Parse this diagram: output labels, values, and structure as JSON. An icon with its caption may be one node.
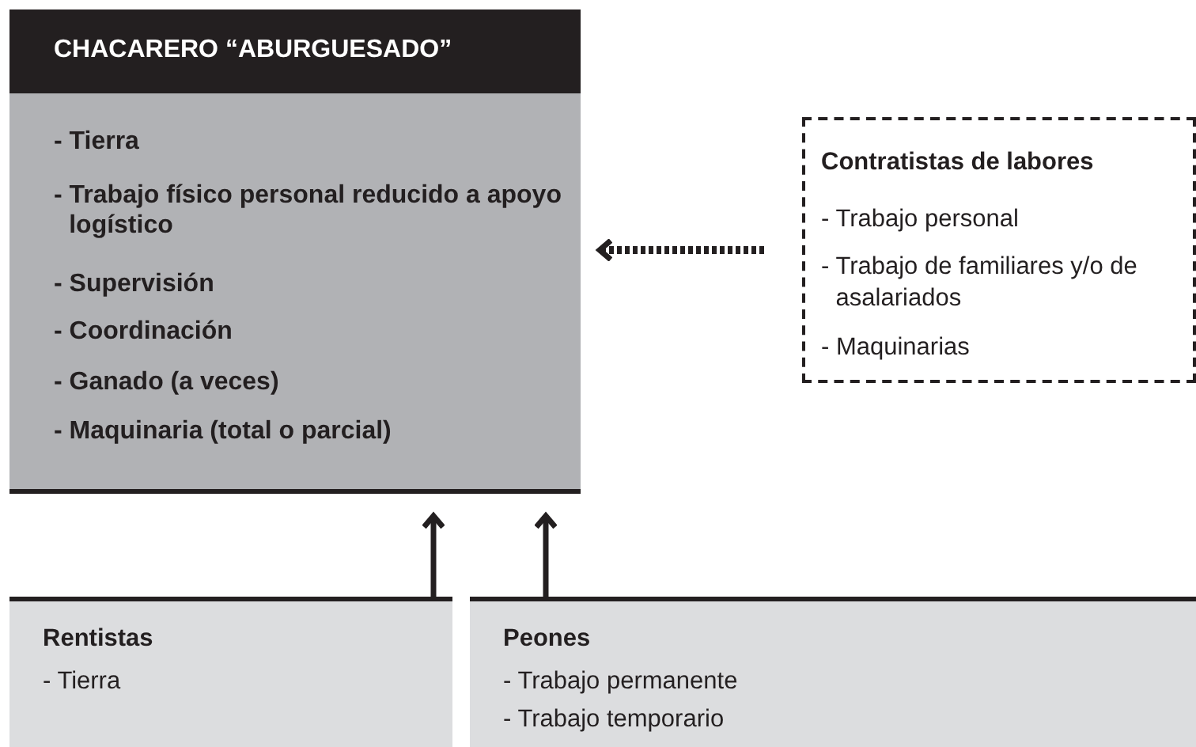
{
  "diagram": {
    "nodes": [
      {
        "text": [
          "CHACARERO “ABURGUESADO”",
          "- Tierra",
          "- Trabajo físico personal reducido a apoyo logístico",
          "- Supervisión",
          "- Coordinación",
          "- Ganado (a veces)",
          "- Maquinaria (total o parcial)"
        ]
      },
      {
        "text": [
          "Contratistas de labores",
          "- Trabajo personal",
          "- Trabajo de familiares y/o de asalariados",
          "- Maquinarias"
        ]
      },
      {
        "text": [
          "Rentistas",
          "- Tierra"
        ]
      },
      {
        "text": [
          "Peones",
          "- Trabajo permanente",
          "- Trabajo temporario"
        ]
      }
    ],
    "edges": [
      {
        "from": 1,
        "to": 0,
        "arrow": "to",
        "style": "dashed"
      },
      {
        "from": 2,
        "to": 0,
        "arrow": "to"
      },
      {
        "from": 3,
        "to": 0,
        "arrow": "to"
      }
    ]
  }
}
